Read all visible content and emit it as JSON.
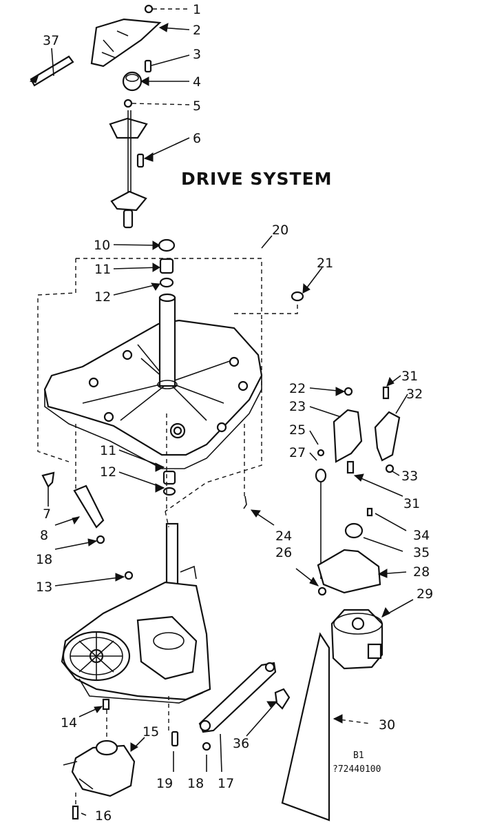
{
  "title": "DRIVE SYSTEM",
  "code_line1": "B1",
  "code_line2": "?72440100",
  "callouts": [
    "1",
    "2",
    "3",
    "4",
    "5",
    "6",
    "37",
    "10",
    "11",
    "12",
    "20",
    "21",
    "22",
    "23",
    "25",
    "27",
    "31",
    "32",
    "33",
    "7",
    "8",
    "18",
    "24",
    "26",
    "28",
    "29",
    "34",
    "35",
    "13",
    "14",
    "15",
    "16",
    "19",
    "17",
    "30",
    "36"
  ]
}
